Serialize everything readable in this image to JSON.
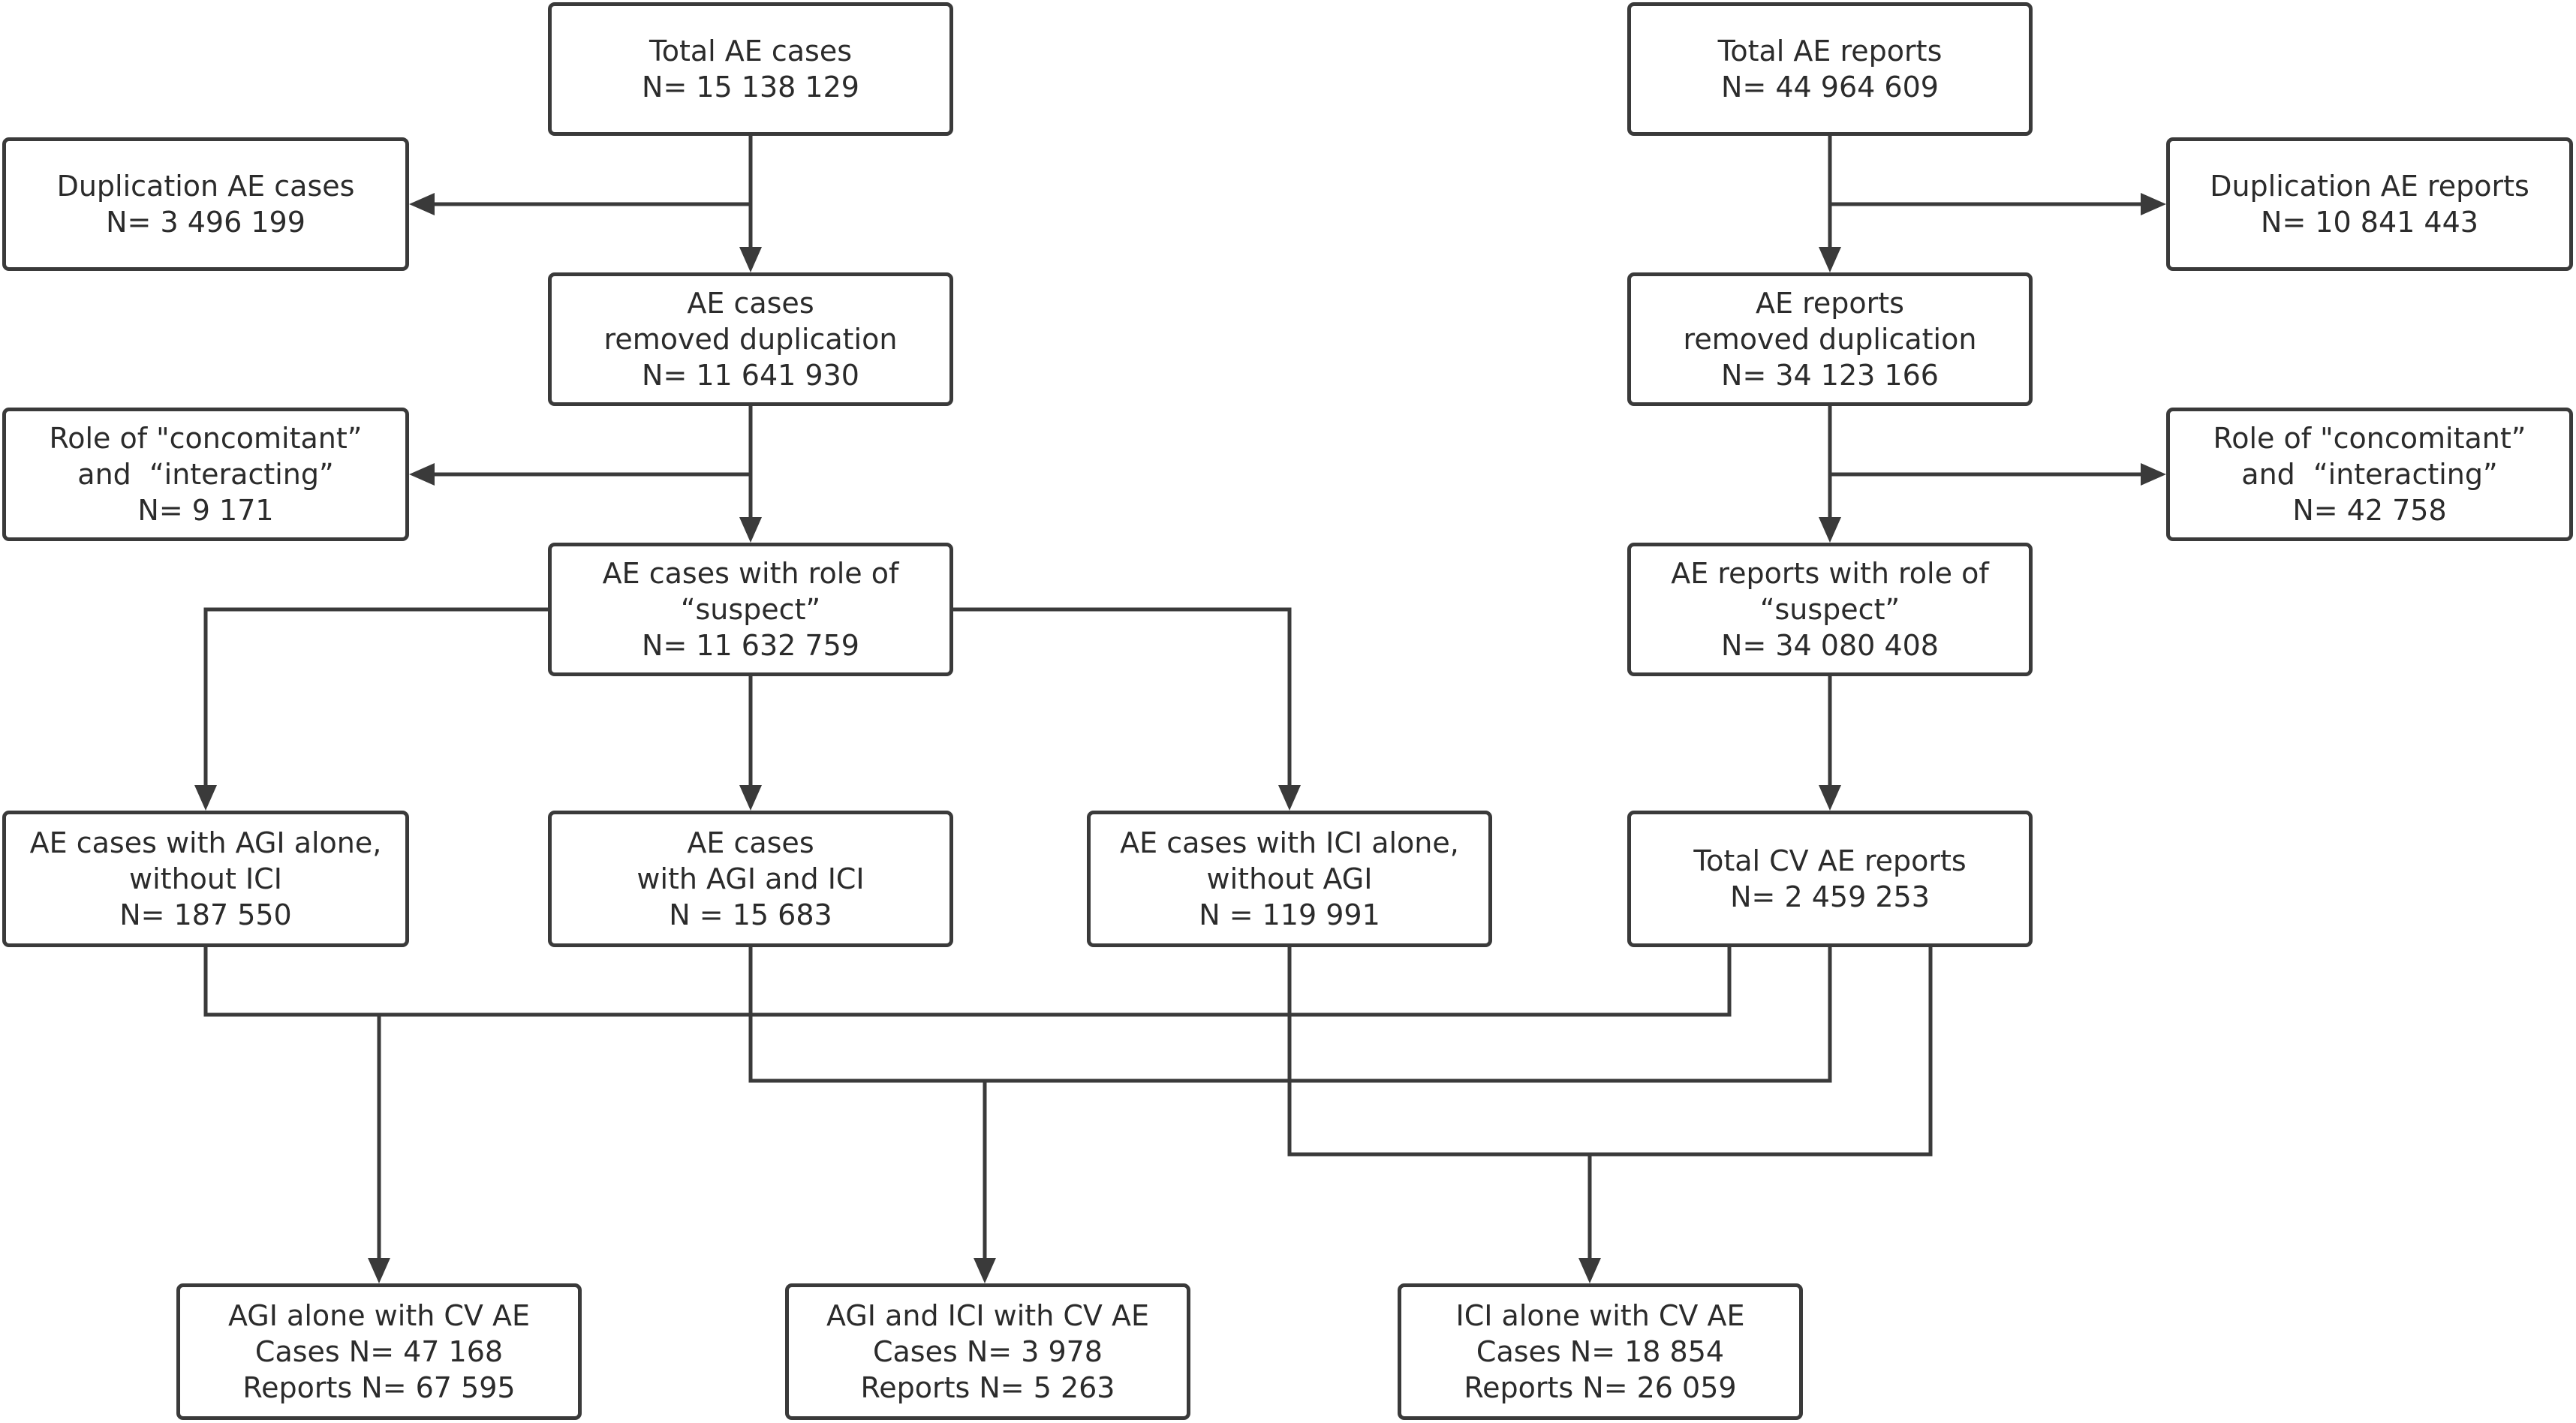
{
  "colors": {
    "line": "#3a3a3a",
    "text": "#2b2b2b",
    "background": "#ffffff"
  },
  "boxes": {
    "total_ae_cases": {
      "lines": [
        "Total AE cases",
        "N= 15 138 129"
      ]
    },
    "duplication_ae_cases": {
      "lines": [
        "Duplication AE cases",
        "N= 3 496 199"
      ]
    },
    "ae_cases_removed_duplication": {
      "lines": [
        "AE cases",
        "removed duplication",
        "N= 11 641 930"
      ]
    },
    "role_concomitant_cases": {
      "lines": [
        "Role of \"concomitant”",
        "and  “interacting”",
        "N= 9 171"
      ]
    },
    "ae_cases_suspect": {
      "lines": [
        "AE cases with role of",
        "“suspect”",
        "N= 11 632 759"
      ]
    },
    "ae_cases_agi_alone": {
      "lines": [
        "AE cases with AGI alone,",
        "without ICI",
        "N= 187 550"
      ]
    },
    "ae_cases_agi_and_ici": {
      "lines": [
        "AE cases",
        "with AGI and ICI",
        "N = 15 683"
      ]
    },
    "ae_cases_ici_alone": {
      "lines": [
        "AE cases with ICI alone,",
        "without AGI",
        "N = 119 991"
      ]
    },
    "total_ae_reports": {
      "lines": [
        "Total AE reports",
        "N= 44 964 609"
      ]
    },
    "duplication_ae_reports": {
      "lines": [
        "Duplication AE reports",
        "N= 10 841 443"
      ]
    },
    "ae_reports_removed_duplication": {
      "lines": [
        "AE reports",
        "removed duplication",
        "N= 34 123 166"
      ]
    },
    "role_concomitant_reports": {
      "lines": [
        "Role of \"concomitant”",
        "and  “interacting”",
        "N= 42 758"
      ]
    },
    "ae_reports_suspect": {
      "lines": [
        "AE reports with role of",
        "“suspect”",
        "N= 34 080 408"
      ]
    },
    "total_cv_ae_reports": {
      "lines": [
        "Total CV AE reports",
        "N= 2 459 253"
      ]
    },
    "agi_alone_cv": {
      "lines": [
        "AGI alone with CV AE",
        "Cases N= 47 168",
        "Reports N= 67 595"
      ]
    },
    "agi_ici_cv": {
      "lines": [
        "AGI and ICI with CV AE",
        "Cases N= 3 978",
        "Reports N= 5 263"
      ]
    },
    "ici_alone_cv": {
      "lines": [
        "ICI alone with CV AE",
        "Cases N= 18 854",
        "Reports N= 26 059"
      ]
    }
  }
}
